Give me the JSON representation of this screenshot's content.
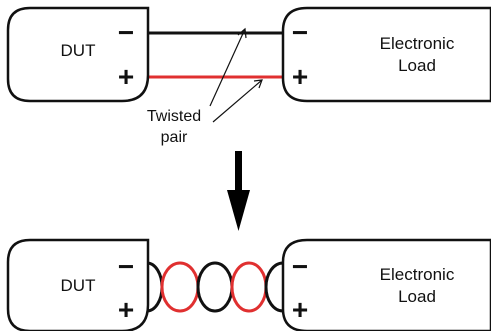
{
  "top": {
    "dut": {
      "label": "DUT",
      "minus": "−",
      "plus": "+"
    },
    "load": {
      "line1": "Electronic",
      "line2": "Load",
      "minus": "−",
      "plus": "+"
    },
    "callout": {
      "line1": "Twisted",
      "line2": "pair"
    }
  },
  "bottom": {
    "dut": {
      "label": "DUT",
      "minus": "−",
      "plus": "+"
    },
    "load": {
      "line1": "Electronic",
      "line2": "Load",
      "minus": "−",
      "plus": "+"
    }
  },
  "colors": {
    "positive_wire": "#e03030",
    "negative_wire": "#111111",
    "box_stroke": "#111111",
    "arrow": "#000000"
  }
}
